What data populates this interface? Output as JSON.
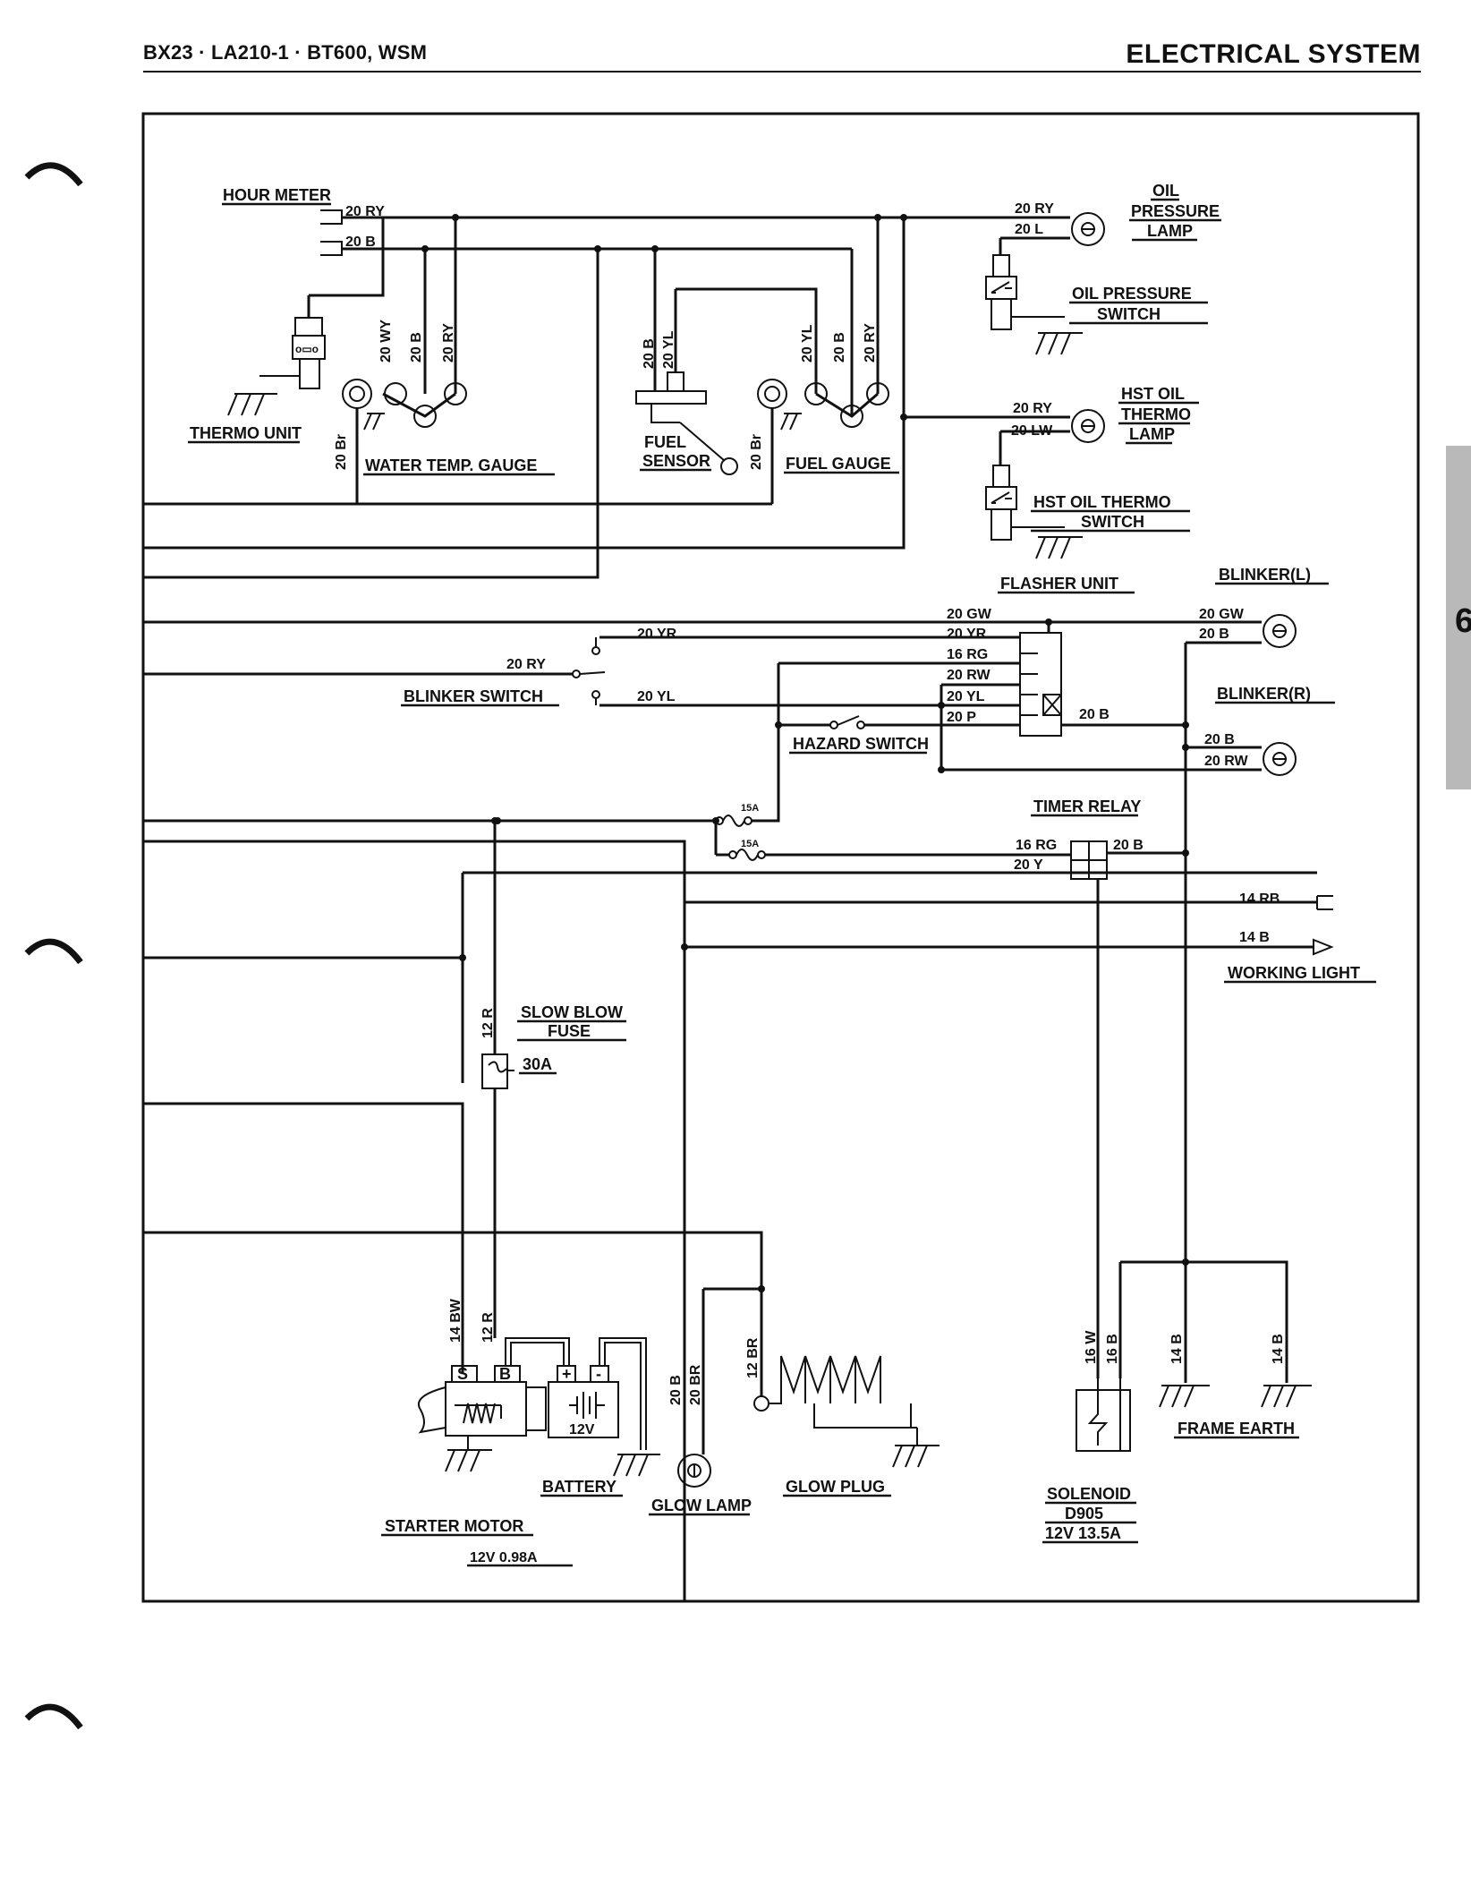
{
  "header": {
    "left": "BX23 · LA210-1 · BT600, WSM",
    "right": "ELECTRICAL SYSTEM"
  },
  "side_tab": {
    "number": "6"
  },
  "labels": {
    "hour_meter": "HOUR METER",
    "thermo_unit": "THERMO UNIT",
    "water_temp_gauge": "WATER TEMP. GAUGE",
    "fuel_sensor_1": "FUEL",
    "fuel_sensor_2": "SENSOR",
    "fuel_gauge": "FUEL GAUGE",
    "oil_lamp_1": "OIL",
    "oil_lamp_2": "PRESSURE",
    "oil_lamp_3": "LAMP",
    "oil_switch_1": "OIL PRESSURE",
    "oil_switch_2": "SWITCH",
    "hst_lamp_1": "HST OIL",
    "hst_lamp_2": "THERMO",
    "hst_lamp_3": "LAMP",
    "hst_switch_1": "HST OIL THERMO",
    "hst_switch_2": "SWITCH",
    "flasher_unit": "FLASHER UNIT",
    "blinker_l": "BLINKER(L)",
    "blinker_r": "BLINKER(R)",
    "blinker_switch": "BLINKER SWITCH",
    "hazard_switch": "HAZARD SWITCH",
    "timer_relay": "TIMER RELAY",
    "working_light": "WORKING LIGHT",
    "slow_blow_1": "SLOW BLOW",
    "slow_blow_2": "FUSE",
    "fuse_30a": "30A",
    "fuse_15a": "15A",
    "battery": "BATTERY",
    "battery_12v": "12V",
    "starter_motor": "STARTER MOTOR",
    "starter_rating": "12V 0.98A",
    "starter_s": "S",
    "starter_b": "B",
    "bat_plus": "+",
    "bat_minus": "-",
    "glow_lamp": "GLOW LAMP",
    "glow_plug": "GLOW PLUG",
    "solenoid_1": "SOLENOID",
    "solenoid_2": "D905",
    "solenoid_3": "12V 13.5A",
    "frame_earth": "FRAME EARTH"
  },
  "wires": {
    "hm_ry": "20 RY",
    "hm_b": "20 B",
    "wt_wy": "20 WY",
    "wt_b": "20 B",
    "wt_ry": "20 RY",
    "wt_br": "20 Br",
    "fs_b": "20 B",
    "fs_yl": "20 YL",
    "fg_yl": "20 YL",
    "fg_b": "20 B",
    "fg_ry": "20 RY",
    "fg_br": "20 Br",
    "ol_ry": "20 RY",
    "ol_l": "20 L",
    "hl_ry": "20 RY",
    "hl_lw": "20 LW",
    "fl_gw": "20 GW",
    "fl_yr": "20 YR",
    "fl_rg": "16 RG",
    "fl_rw": "20 RW",
    "fl_yl": "20 YL",
    "fl_p": "20 P",
    "fl_b": "20 B",
    "bs_yr": "20 YR",
    "bs_ry": "20 RY",
    "bs_yl": "20 YL",
    "bl_gw": "20 GW",
    "bl_b": "20 B",
    "br_b": "20 B",
    "br_rw": "20 RW",
    "tr_rg": "16 RG",
    "tr_y": "20 Y",
    "tr_b": "20 B",
    "wl_rb": "14 RB",
    "wl_b": "14 B",
    "sb_r": "12 R",
    "st_bw": "14 BW",
    "st_r": "12 R",
    "gl_b": "20 B",
    "gl_br": "20 BR",
    "gp_br": "12 BR",
    "so_w": "16 W",
    "so_b": "16 B",
    "fe_b1": "14 B",
    "fe_b2": "14 B"
  }
}
